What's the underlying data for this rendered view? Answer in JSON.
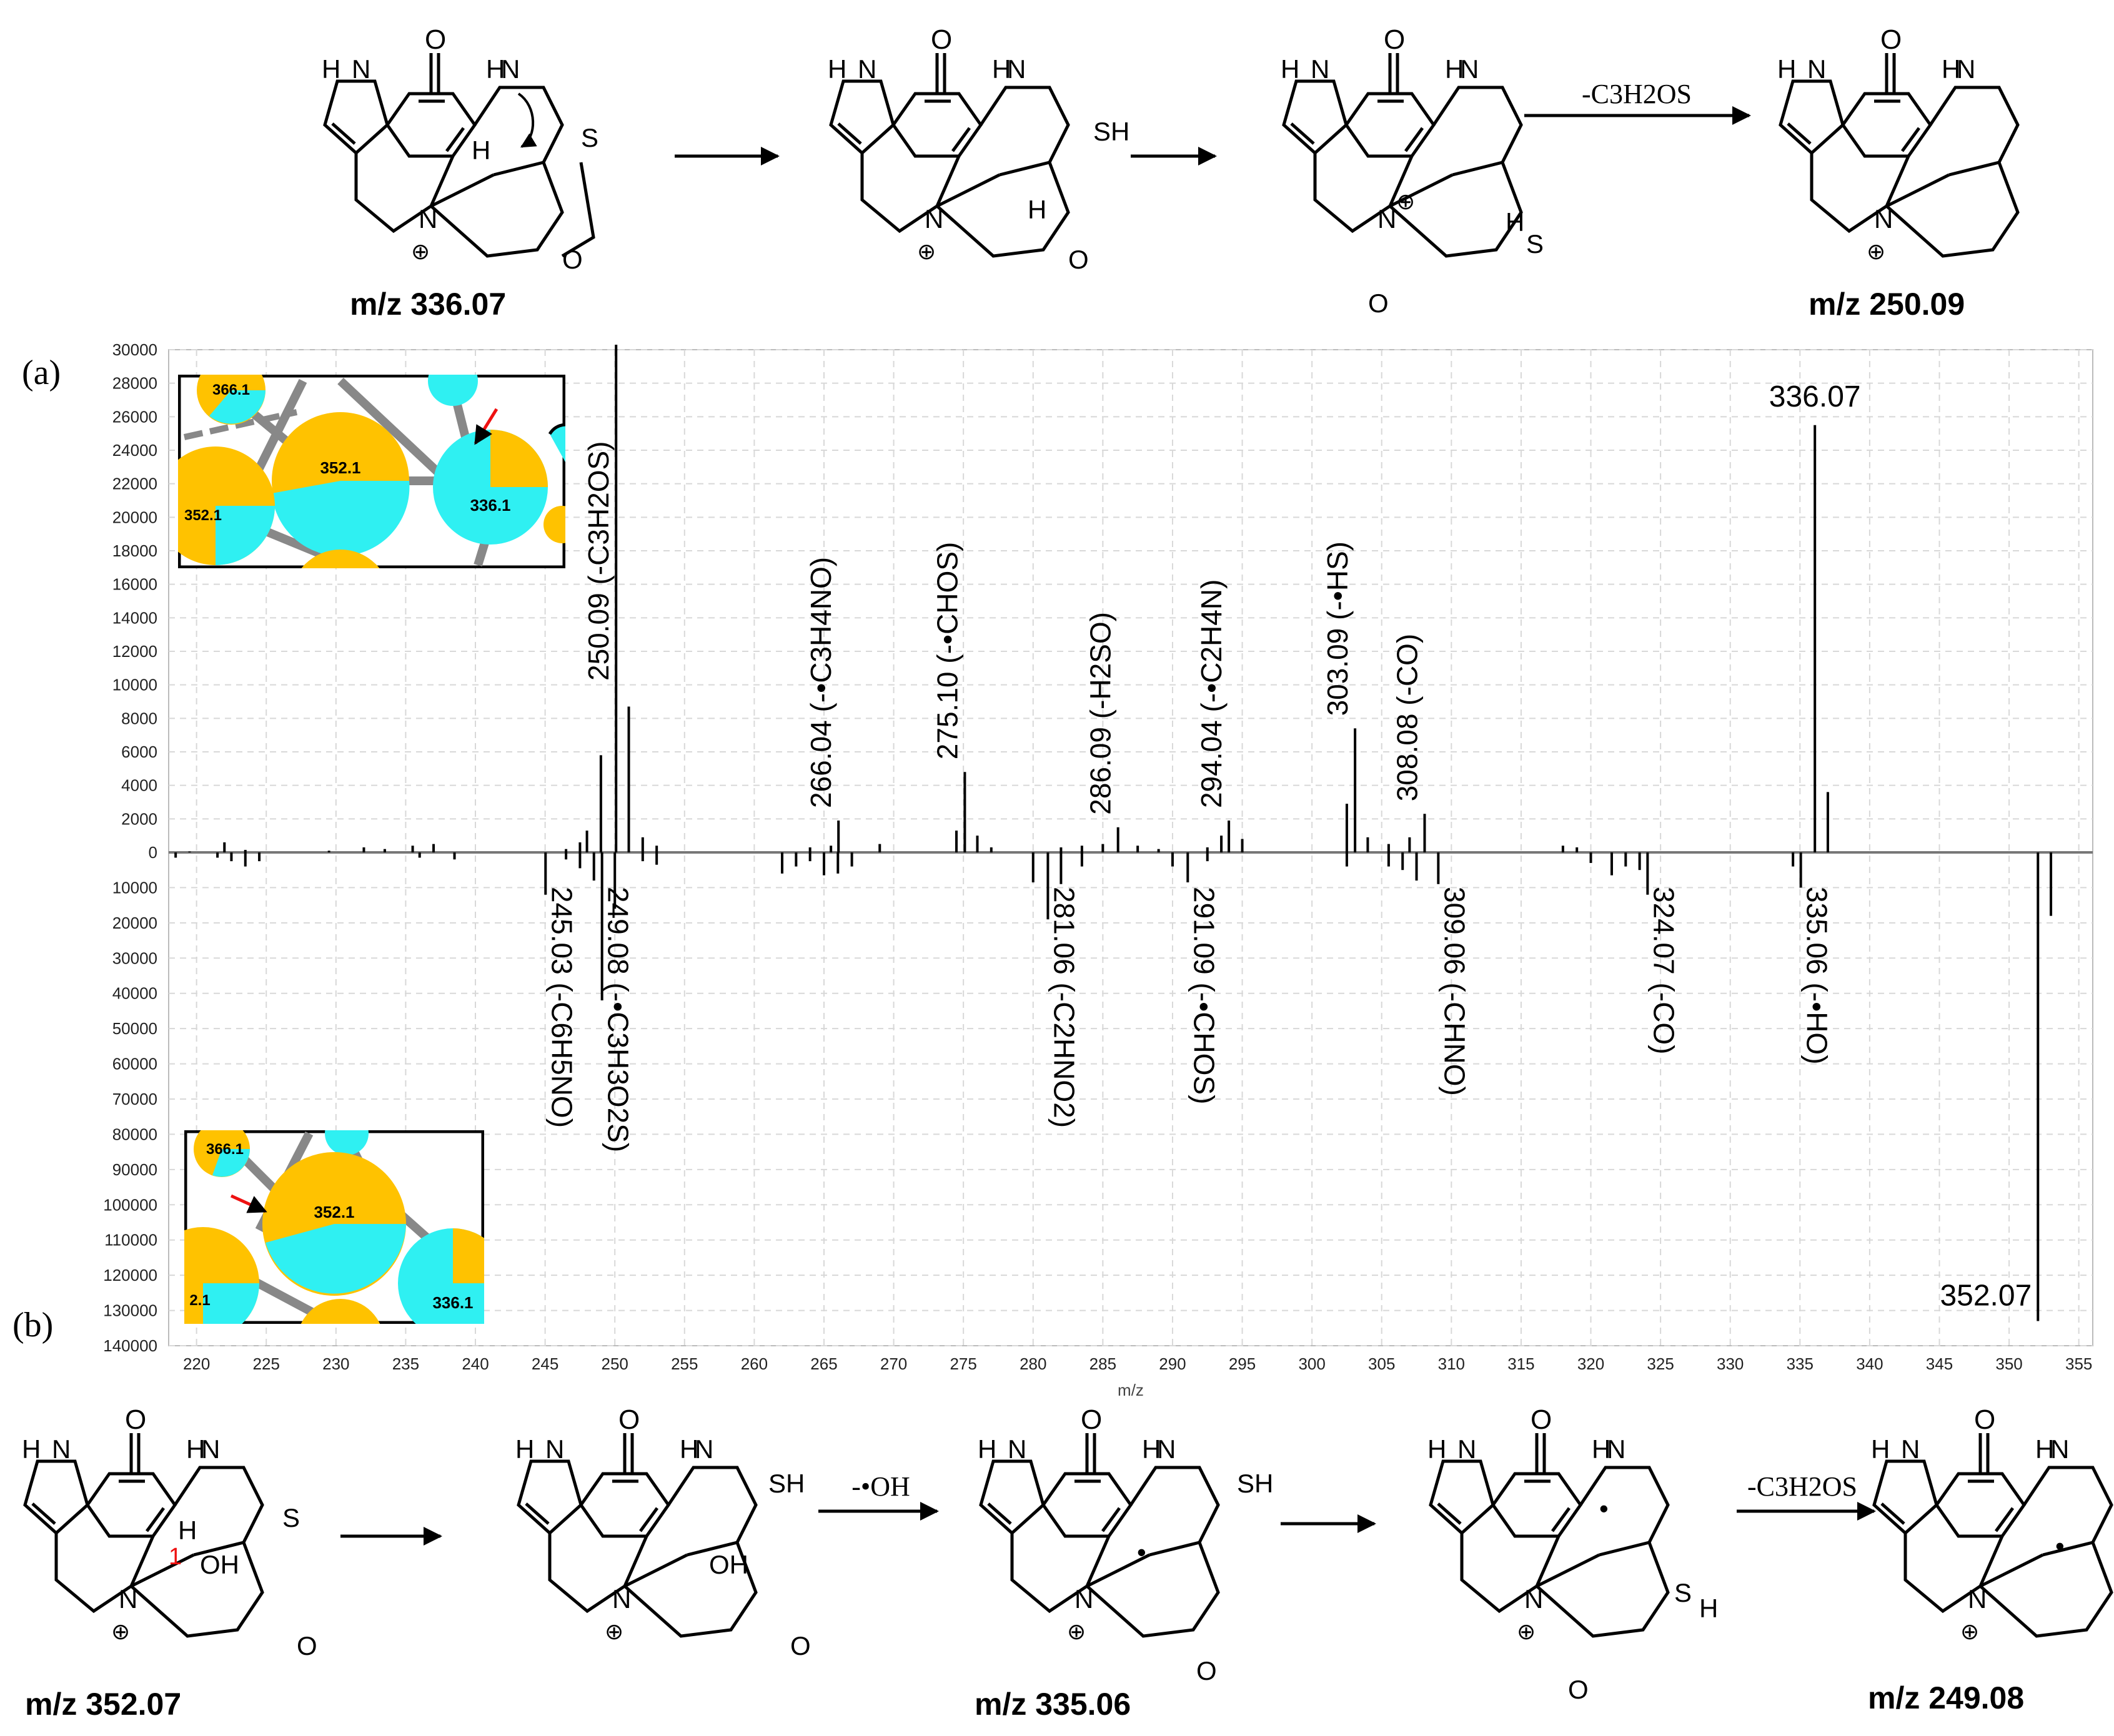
{
  "panel_labels": {
    "a": "(a)",
    "b": "(b)"
  },
  "top_scheme": {
    "struct1": "m/z 336.07",
    "reaction_label": "-C3H2OS",
    "struct4": "m/z 250.09"
  },
  "bottom_scheme": {
    "struct1": "m/z 352.07",
    "reaction_label_1": "-•OH",
    "struct3": "m/z 335.06",
    "reaction_label_2": "-C3H2OS",
    "struct5": "m/z 249.08"
  },
  "inset_top": {
    "nodes": [
      "366.1",
      "352.1",
      "352.1",
      "336.1"
    ]
  },
  "inset_bottom": {
    "nodes": [
      "366.1",
      "352.1",
      "2.1",
      "336.1"
    ]
  },
  "colors": {
    "gold": "#ffc200",
    "cyan": "#2ff0f2",
    "arrow": "#ee1111",
    "grid": "#d8d8d8",
    "edge": "#888888"
  },
  "chart_data": {
    "type": "bar",
    "subtype": "mirror mass spectrum",
    "xlabel": "m/z",
    "ylabel": "",
    "xlim": [
      218,
      356
    ],
    "x_ticks": [
      220,
      225,
      230,
      235,
      240,
      245,
      250,
      255,
      260,
      265,
      270,
      275,
      280,
      285,
      290,
      295,
      300,
      305,
      310,
      315,
      320,
      325,
      330,
      335,
      340,
      345,
      350,
      355
    ],
    "upper": {
      "ylim": [
        0,
        30000
      ],
      "y_ticks": [
        0,
        2000,
        4000,
        6000,
        8000,
        10000,
        12000,
        14000,
        16000,
        18000,
        20000,
        22000,
        24000,
        26000,
        28000,
        30000
      ],
      "peaks": [
        [
          219.5,
          50
        ],
        [
          222,
          600
        ],
        [
          223.5,
          150
        ],
        [
          229.5,
          100
        ],
        [
          232,
          300
        ],
        [
          233.5,
          200
        ],
        [
          235.5,
          400
        ],
        [
          237,
          500
        ],
        [
          246.5,
          200
        ],
        [
          247.5,
          600
        ],
        [
          248,
          1300
        ],
        [
          249,
          5800
        ],
        [
          250.09,
          30300
        ],
        [
          251,
          8700
        ],
        [
          252,
          900
        ],
        [
          253,
          400
        ],
        [
          264,
          300
        ],
        [
          265.5,
          400
        ],
        [
          266.04,
          1900
        ],
        [
          269,
          500
        ],
        [
          274.5,
          1300
        ],
        [
          275.1,
          4800
        ],
        [
          276,
          1000
        ],
        [
          277,
          300
        ],
        [
          282,
          300
        ],
        [
          283.5,
          400
        ],
        [
          285,
          500
        ],
        [
          286.09,
          1500
        ],
        [
          287.5,
          400
        ],
        [
          289,
          200
        ],
        [
          292.5,
          300
        ],
        [
          293.5,
          1000
        ],
        [
          294.04,
          1900
        ],
        [
          295,
          800
        ],
        [
          302.5,
          2900
        ],
        [
          303.09,
          7400
        ],
        [
          304,
          900
        ],
        [
          305.5,
          500
        ],
        [
          307,
          900
        ],
        [
          308.08,
          2300
        ],
        [
          318,
          400
        ],
        [
          319,
          300
        ],
        [
          336.07,
          25500
        ],
        [
          337,
          3600
        ]
      ],
      "labels": [
        {
          "x": 250.09,
          "text": "250.09 (-C3H2OS)"
        },
        {
          "x": 266.04,
          "text": "266.04 (-•C3H4NO)"
        },
        {
          "x": 275.1,
          "text": "275.10 (-•CHOS)"
        },
        {
          "x": 286.09,
          "text": "286.09 (-H2SO)"
        },
        {
          "x": 294.04,
          "text": "294.04 (-•C2H4N)"
        },
        {
          "x": 303.09,
          "text": "303.09 (-•HS)"
        },
        {
          "x": 308.08,
          "text": "308.08 (-CO)"
        },
        {
          "x": 336.07,
          "text": "336.07"
        }
      ]
    },
    "lower": {
      "ylim": [
        0,
        140000
      ],
      "y_ticks": [
        10000,
        20000,
        30000,
        40000,
        50000,
        60000,
        70000,
        80000,
        90000,
        100000,
        110000,
        120000,
        130000,
        140000
      ],
      "peaks": [
        [
          218.5,
          1500
        ],
        [
          221.5,
          1500
        ],
        [
          222.5,
          2500
        ],
        [
          223.5,
          4000
        ],
        [
          224.5,
          2500
        ],
        [
          236,
          1500
        ],
        [
          238.5,
          2000
        ],
        [
          245.03,
          12000
        ],
        [
          246.5,
          2000
        ],
        [
          247.5,
          4500
        ],
        [
          248.5,
          8000
        ],
        [
          249.08,
          42000
        ],
        [
          250,
          16000
        ],
        [
          252,
          2500
        ],
        [
          253,
          3500
        ],
        [
          262,
          6000
        ],
        [
          263,
          4000
        ],
        [
          264,
          2500
        ],
        [
          265,
          6500
        ],
        [
          266,
          6000
        ],
        [
          267,
          4000
        ],
        [
          280,
          8500
        ],
        [
          281.06,
          19000
        ],
        [
          282,
          9000
        ],
        [
          283.5,
          4000
        ],
        [
          290,
          4000
        ],
        [
          291.09,
          8500
        ],
        [
          292.5,
          2500
        ],
        [
          302.5,
          4000
        ],
        [
          305.5,
          4000
        ],
        [
          306.5,
          5000
        ],
        [
          307.5,
          8000
        ],
        [
          309.06,
          9000
        ],
        [
          320,
          3000
        ],
        [
          321.5,
          6500
        ],
        [
          322.5,
          4000
        ],
        [
          323.5,
          5000
        ],
        [
          324.07,
          12000
        ],
        [
          334.5,
          4000
        ],
        [
          335.06,
          10000
        ],
        [
          352.07,
          133000
        ],
        [
          353,
          18000
        ]
      ],
      "labels": [
        {
          "x": 245.03,
          "text": "245.03 (-C6H5NO)"
        },
        {
          "x": 249.08,
          "text": "249.08 (-•C3H3O2S)"
        },
        {
          "x": 281.06,
          "text": "281.06 (-C2HNO2)"
        },
        {
          "x": 291.09,
          "text": "291.09 (-•CHOS)"
        },
        {
          "x": 309.06,
          "text": "309.06 (-CHNO)"
        },
        {
          "x": 324.07,
          "text": "324.07 (-CO)"
        },
        {
          "x": 335.06,
          "text": "335.06 (-•HO)"
        },
        {
          "x": 352.07,
          "text": "352.07"
        }
      ]
    },
    "grid": true
  }
}
